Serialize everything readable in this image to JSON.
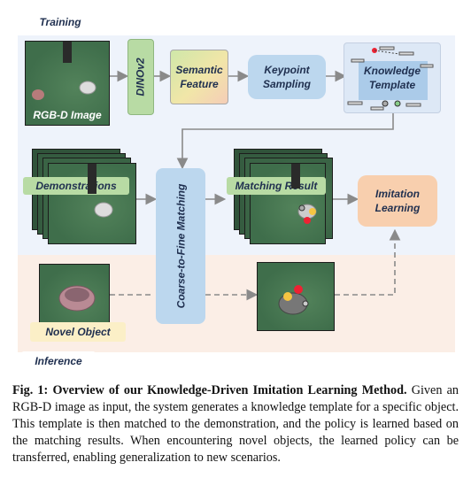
{
  "sections": {
    "training": "Training",
    "inference": "Inference"
  },
  "boxes": {
    "rgbd_image": "RGB-D Image",
    "dinov2": "DINOv2",
    "semantic_feature": "Semantic Feature",
    "keypoint_sampling": "Keypoint Sampling",
    "knowledge_template": "Knowledge Template",
    "demonstrations": "Demonstrations",
    "coarse_to_fine": "Coarse-to-Fine Matching",
    "matching_result": "Matching Result",
    "imitation_learning": "Imitation Learning",
    "novel_object": "Novel Object"
  },
  "caption": {
    "lead": "Fig. 1: Overview of our Knowledge-Driven Imitation Learning Method.",
    "body": " Given an RGB-D image as input, the system generates a knowledge template for a specific object. This template is then matched to the demonstration, and the policy is learned based on the matching results. When encountering novel objects, the learned policy can be transferred, enabling generalization to new scenarios."
  },
  "colors": {
    "training_bg": "#eef3fb",
    "inference_bg": "#fbeee6",
    "green_label": "#b8dba4",
    "blue_box": "#bcd7ee",
    "orange_box": "#f8cfae",
    "yellow_label": "#fbefc7"
  }
}
